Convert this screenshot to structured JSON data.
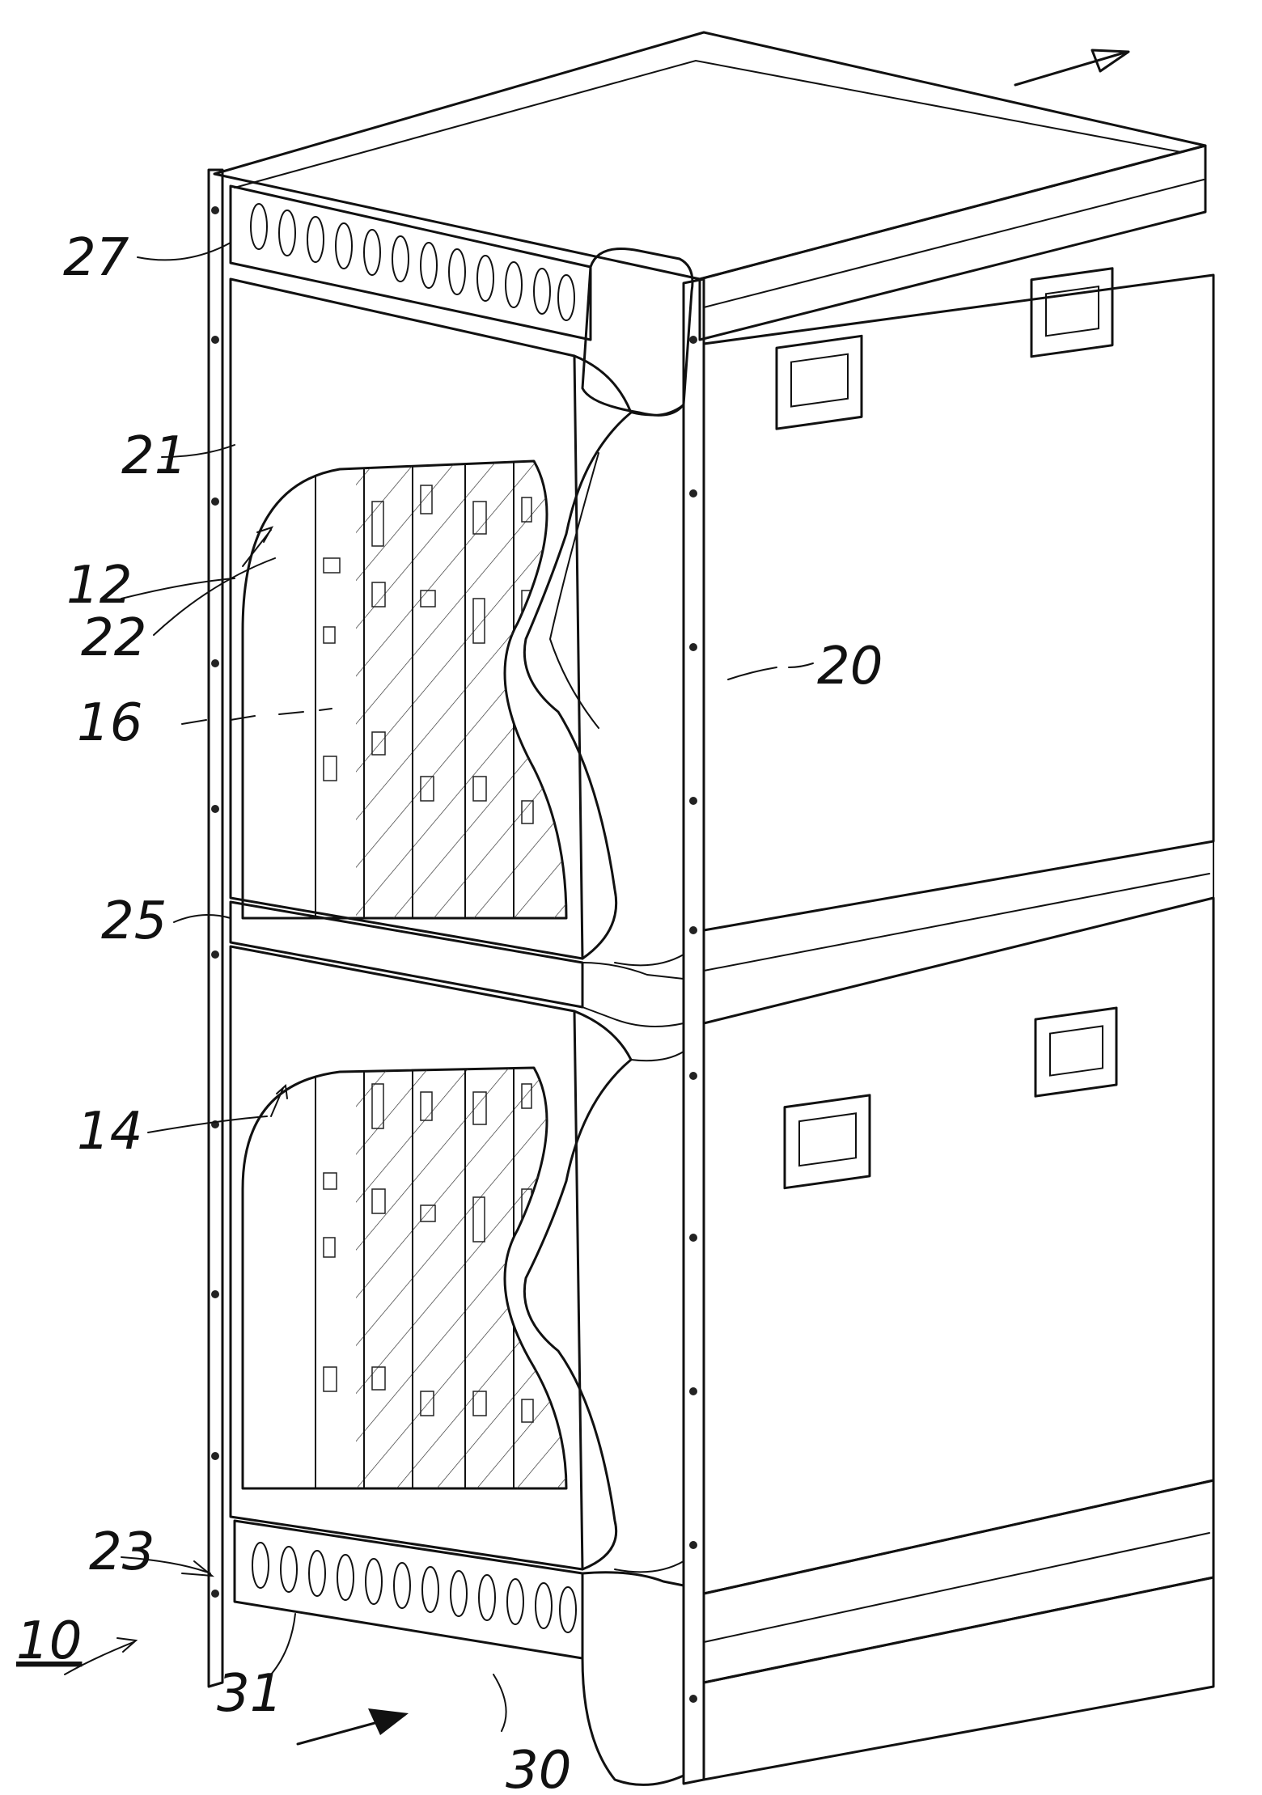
{
  "figure": {
    "labels": {
      "ref_10": "10",
      "ref_12": "12",
      "ref_14": "14",
      "ref_16": "16",
      "ref_20": "20",
      "ref_21": "21",
      "ref_22": "22",
      "ref_23": "23",
      "ref_25": "25",
      "ref_27": "27",
      "ref_30": "30",
      "ref_31": "31"
    }
  }
}
